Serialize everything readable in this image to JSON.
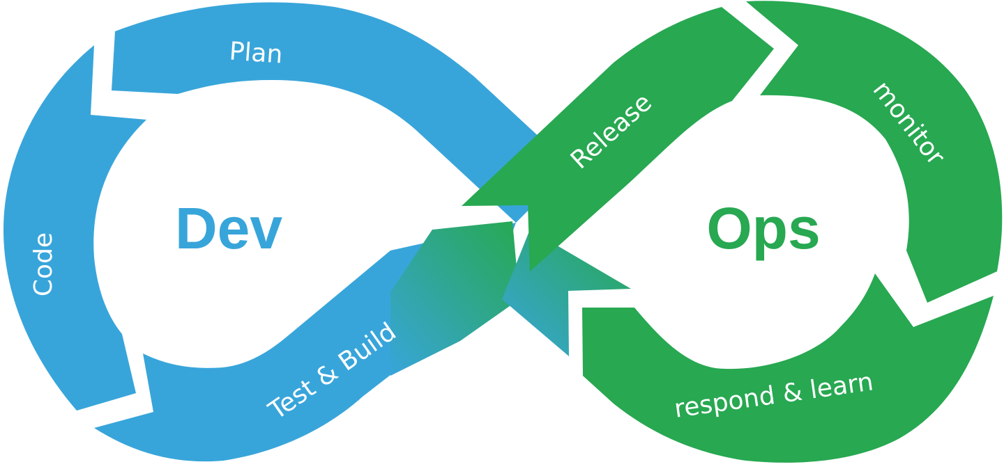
{
  "diagram": {
    "title_left": "Dev",
    "title_right": "Ops",
    "colors": {
      "dev": "#38A5DA",
      "ops": "#27A851",
      "background": "#FFFFFF",
      "label_text": "#FFFFFF"
    },
    "stages": [
      {
        "id": "plan",
        "label": "Plan",
        "group": "dev"
      },
      {
        "id": "code",
        "label": "Code",
        "group": "dev"
      },
      {
        "id": "test-build",
        "label": "Test & Build",
        "group": "dev"
      },
      {
        "id": "release",
        "label": "Release",
        "group": "ops"
      },
      {
        "id": "monitor",
        "label": "monitor",
        "group": "ops"
      },
      {
        "id": "respond-learn",
        "label": "respond & learn",
        "group": "ops"
      }
    ]
  }
}
